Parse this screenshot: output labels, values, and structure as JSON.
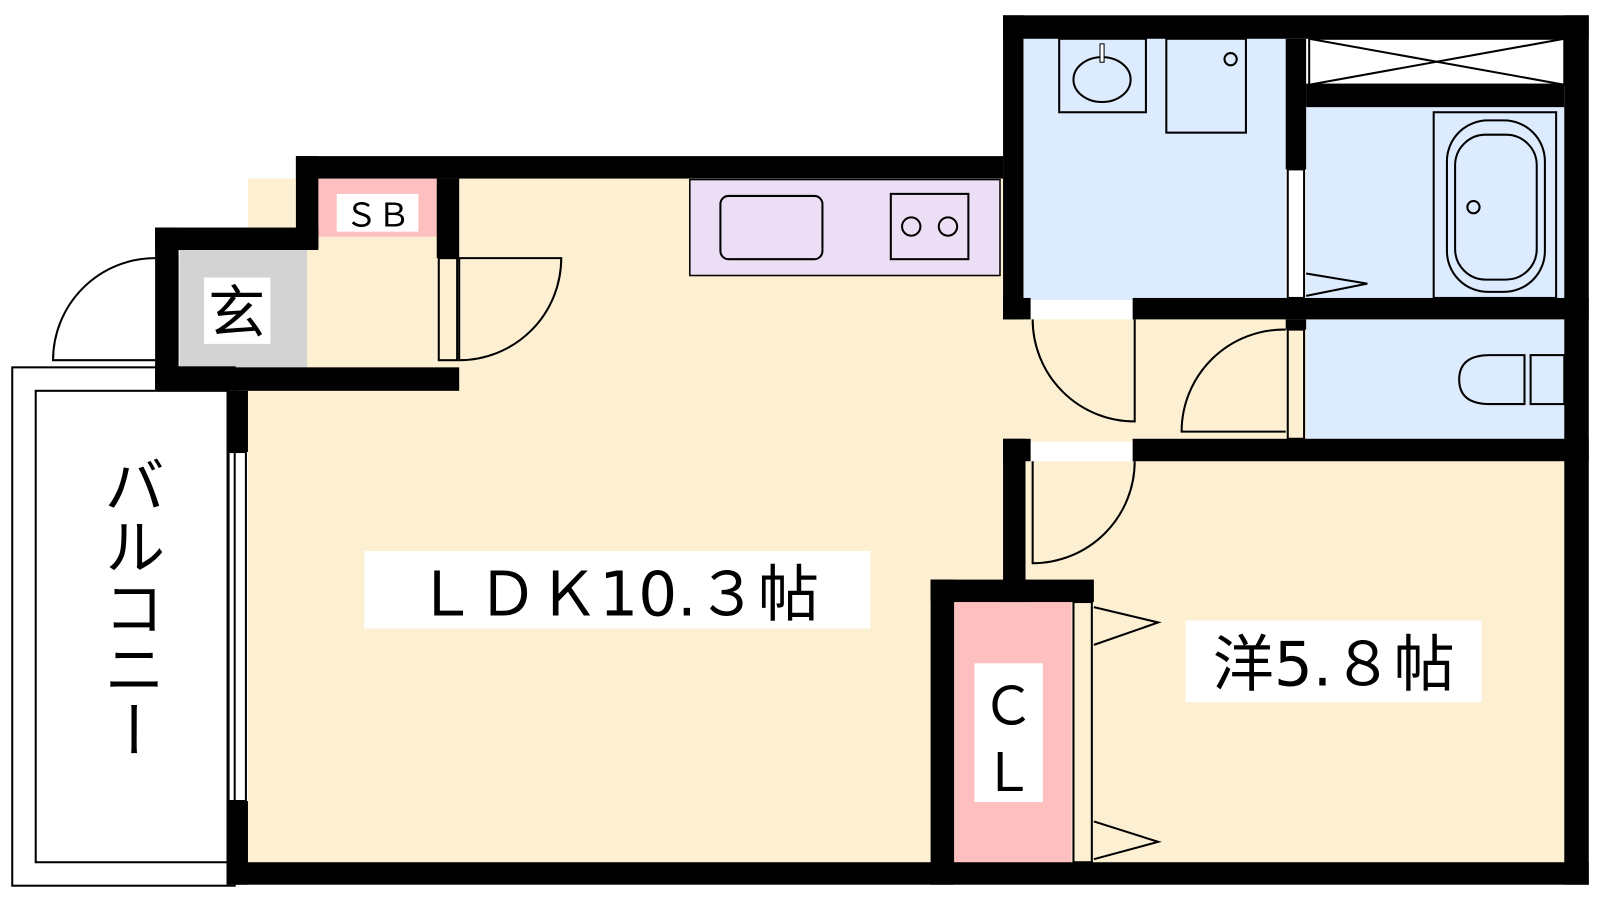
{
  "rooms": {
    "ldk": "ＬＤＫ10.３帖",
    "western": "洋5.８帖",
    "closet_line1": "Ｃ",
    "closet_line2": "Ｌ",
    "balcony": "バルコニー",
    "entrance": "玄",
    "shoe_box": "ＳＢ"
  },
  "colors": {
    "wall": "#000000",
    "living": "#fdf0d2",
    "wet_area": "#dcebfd",
    "kitchen": "#ecdff5",
    "storage": "#fdbfbf",
    "entrance": "#d3d3d3"
  }
}
